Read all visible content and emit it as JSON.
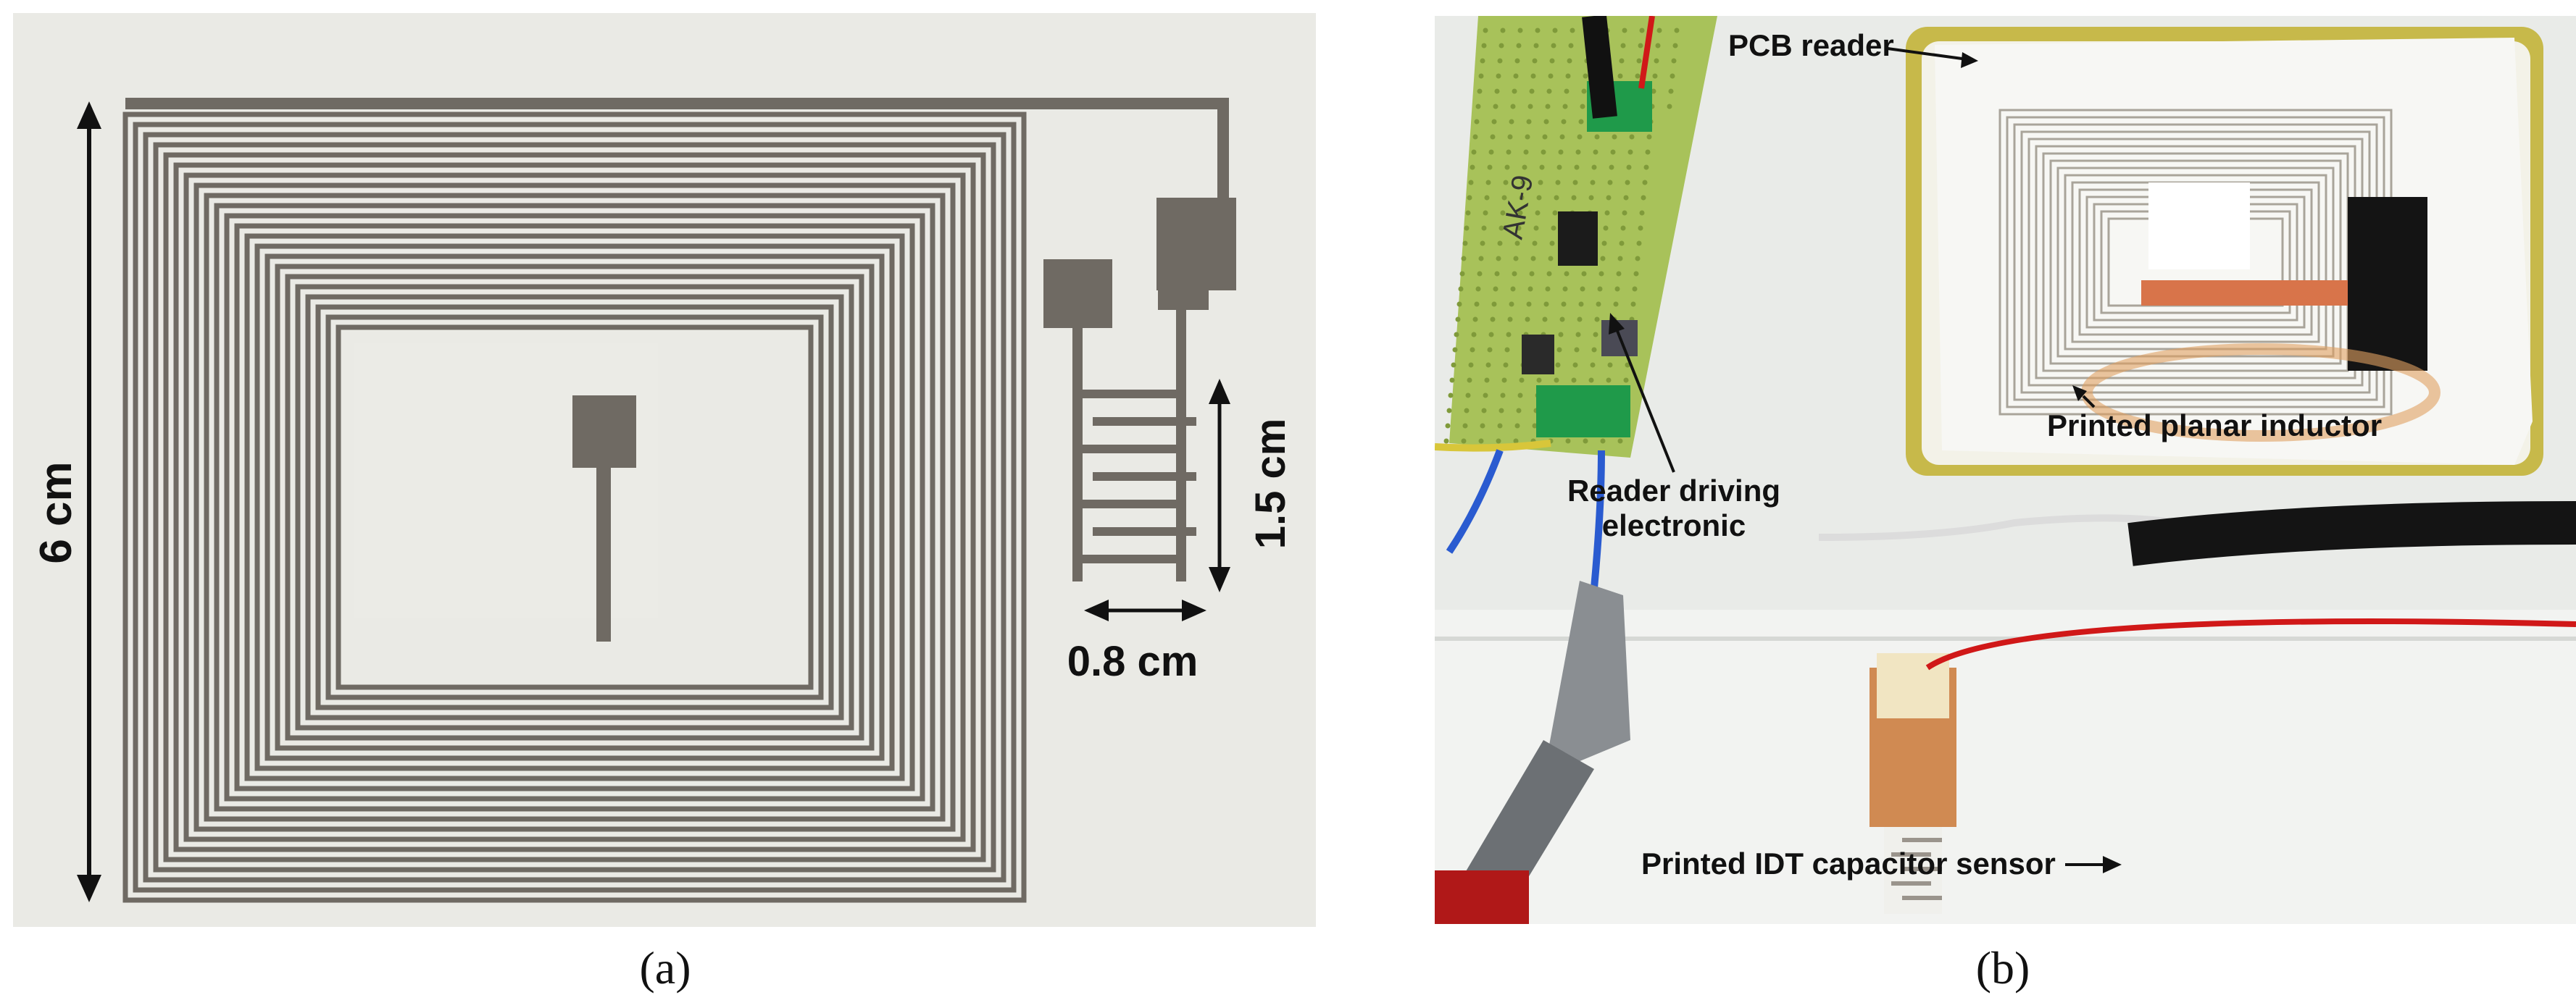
{
  "panel_a": {
    "dimension_height": "6 cm",
    "dimension_sensor_height": "1.5 cm",
    "dimension_sensor_width": "0.8 cm"
  },
  "panel_b": {
    "label_pcb_reader": "PCB reader",
    "label_planar_inductor": "Printed planar inductor",
    "label_reader_driving_line1": "Reader driving",
    "label_reader_driving_line2": "electronic",
    "label_idt_sensor": "Printed IDT capacitor sensor",
    "board_handwriting": "AK-9"
  },
  "captions": {
    "a": "(a)",
    "b": "(b)"
  },
  "colors": {
    "trace": "#6f6a63",
    "paper": "#ebebe6",
    "pcb_green": "#a8c25a",
    "terminal_green": "#1f9a4a",
    "copper": "#c97a4a",
    "table": "#eef0ee"
  }
}
